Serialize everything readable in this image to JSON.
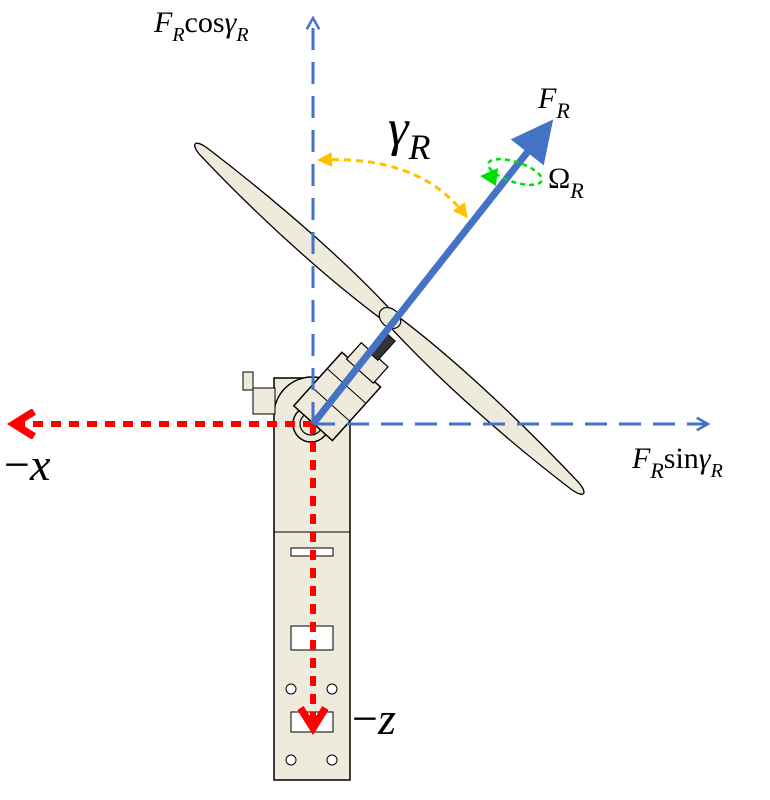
{
  "labels": {
    "force_vertical": {
      "main": "F",
      "sub": "R",
      "func": "cos",
      "greek": "γ",
      "greek_sub": "R"
    },
    "force_horizontal": {
      "main": "F",
      "sub": "R",
      "func": "sin",
      "greek": "γ",
      "greek_sub": "R"
    },
    "force": {
      "main": "F",
      "sub": "R"
    },
    "tilt_angle": {
      "main": "γ",
      "sub": "R"
    },
    "rotor_speed": {
      "main": "Ω",
      "sub": "R"
    },
    "neg_x": {
      "minus": "−",
      "var": "x"
    },
    "neg_z": {
      "minus": "−",
      "var": "z"
    }
  },
  "colors": {
    "force_vector": "#4472C4",
    "projection_axes": "#4472C4",
    "body_axes": "#FF0000",
    "angle_arc": "#FFC000",
    "rotation_indicator": "#00DD00",
    "propeller_fill": "#EEEBDD",
    "arm_fill": "#EEEBDD",
    "outline": "#000000"
  },
  "tilt_angle_deg": 42
}
